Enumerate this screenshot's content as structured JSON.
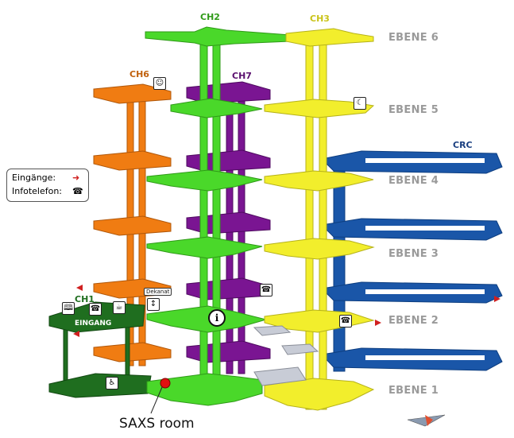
{
  "levels": [
    "EBENE 6",
    "EBENE 5",
    "EBENE 4",
    "EBENE 3",
    "EBENE 2",
    "EBENE 1"
  ],
  "buildings": {
    "ch1": "CH1",
    "ch2": "CH2",
    "ch3": "CH3",
    "ch6": "CH6",
    "ch7": "CH7",
    "crc": "CRC"
  },
  "labels": {
    "eingang": "EINGANG",
    "dekanat": "Dekanat",
    "saxs_room": "SAXS room"
  },
  "legend": {
    "entrances": "Eingänge:",
    "info_phone": "Infotelefon:"
  },
  "colors": {
    "ch1": "#1f6e1f",
    "ch2": "#4ad82a",
    "ch3": "#f2ee2c",
    "ch6": "#f07c12",
    "ch7": "#7a1592",
    "crc": "#1a56a8",
    "saxs_marker": "#e01010",
    "entrance_arrow": "#d02020",
    "level_label": "#9a9a9a"
  },
  "icons": [
    "book-icon",
    "phone-icon",
    "cafe-icon",
    "elevator-icon",
    "info-icon",
    "baby-icon",
    "moon-icon",
    "accessible-icon",
    "compass-icon"
  ]
}
